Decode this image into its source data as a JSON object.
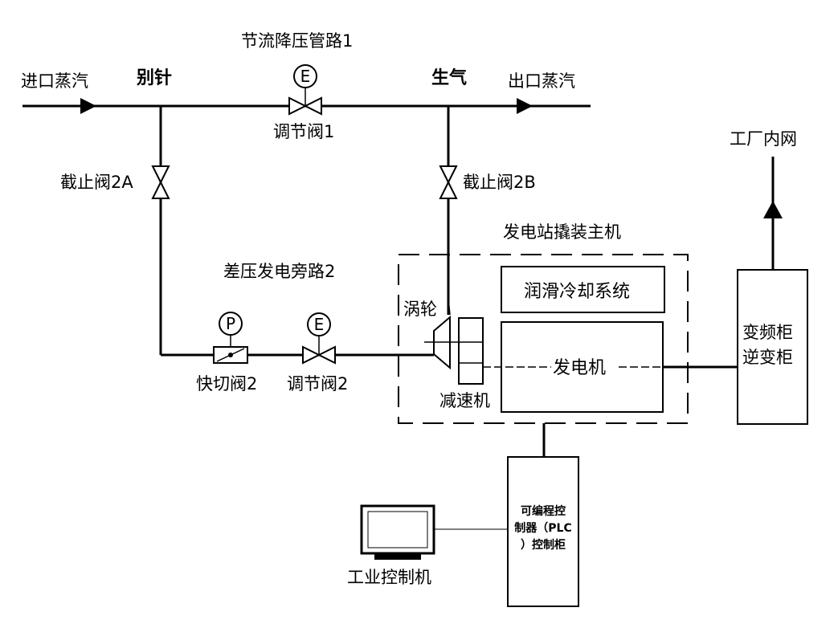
{
  "labels": {
    "inlet_steam": "进口蒸汽",
    "branch_point": "别针",
    "throttle_path": "节流降压管路1",
    "raw_steam": "生气",
    "outlet_steam": "出口蒸汽",
    "control_valve_1": "调节阀1",
    "stop_valve_2a": "截止阀2A",
    "stop_valve_2b": "截止阀2B",
    "factory_grid": "工厂内网",
    "skid_title": "发电站撬装主机",
    "bypass_path": "差压发电旁路2",
    "turbine": "涡轮",
    "lube_cooling": "润滑冷却系统",
    "generator": "发电机",
    "inverter_line1": "变频柜",
    "inverter_line2": "逆变柜",
    "fast_cut_valve": "快切阀2",
    "control_valve_2": "调节阀2",
    "reducer": "减速机",
    "plc_line1": "可编程控",
    "plc_line2": "制器（PLC",
    "plc_line3": "）控制柜",
    "ipc": "工业控制机"
  },
  "instrument_letters": {
    "e1": "E",
    "e2": "E",
    "p": "P"
  }
}
